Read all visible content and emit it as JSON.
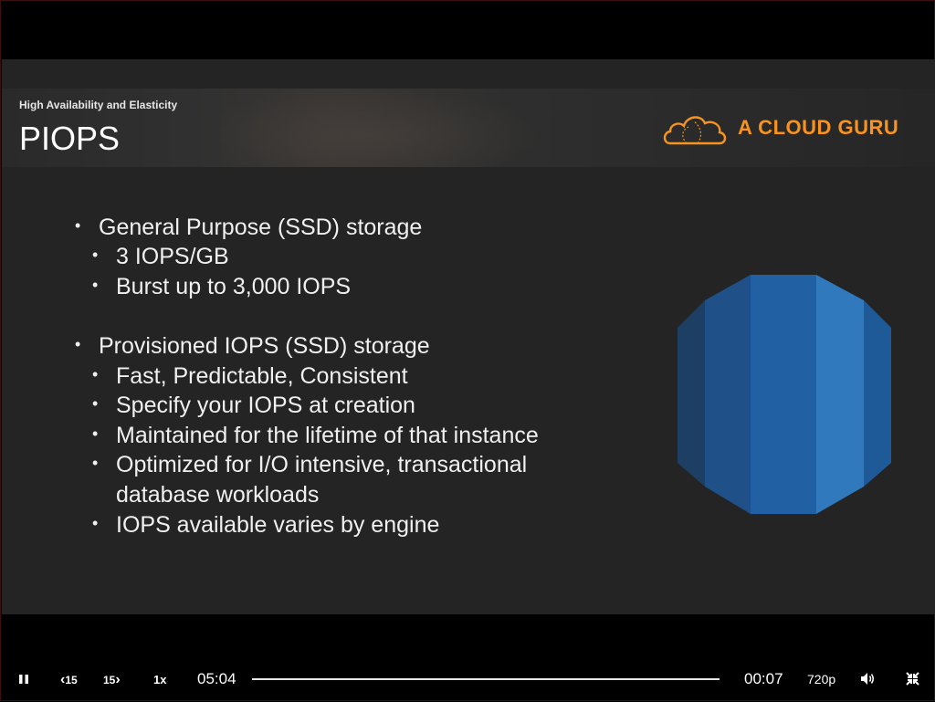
{
  "slide": {
    "section_title": "High Availability and Elasticity",
    "title": "PIOPS",
    "logo_text": "A CLOUD GURU",
    "bullets": [
      {
        "text": "General Purpose (SSD) storage",
        "level": 1
      },
      {
        "text": "3 IOPS/GB",
        "level": 2
      },
      {
        "text": "Burst up to 3,000 IOPS",
        "level": 2
      },
      {
        "text": "Provisioned IOPS (SSD) storage",
        "level": 1
      },
      {
        "text": "Fast, Predictable, Consistent",
        "level": 2
      },
      {
        "text": "Specify your IOPS at creation",
        "level": 2
      },
      {
        "text": "Maintained for the lifetime of that instance",
        "level": 2
      },
      {
        "text": "Optimized for I/O intensive, transactional",
        "level": 2
      },
      {
        "text": "database workloads",
        "level": 2
      },
      {
        "text": "IOPS available varies by engine",
        "level": 2
      }
    ]
  },
  "player": {
    "rewind_label": "15",
    "forward_label": "15",
    "speed_label": "1x",
    "current_time": "05:04",
    "remaining_time": "00:07",
    "quality_label": "720p",
    "progress": 0.0,
    "icons": [
      "pause-icon",
      "rewind-15-icon",
      "forward-15-icon",
      "volume-icon",
      "exit-fullscreen-icon"
    ]
  },
  "colors": {
    "logo_orange": "#f7931e",
    "db_blue_dark": "#1f4a74",
    "db_blue": "#205b97",
    "db_blue_light": "#2e73b8"
  }
}
